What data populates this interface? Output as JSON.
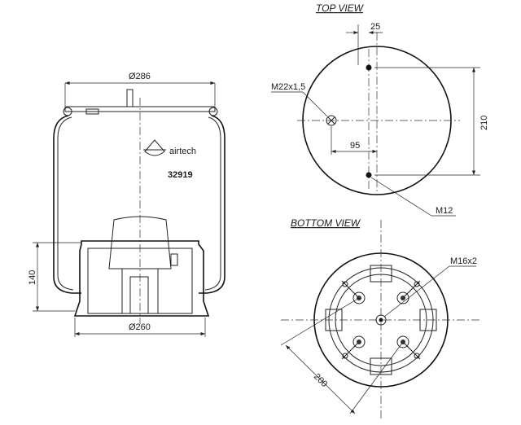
{
  "side_view": {
    "diameter_top": "Ø286",
    "diameter_bottom": "Ø260",
    "height_dim": "140",
    "brand": "airtech",
    "part_number": "32919"
  },
  "top_view": {
    "title": "TOP VIEW",
    "offset_dim": "25",
    "hole_spacing_dim": "210",
    "air_port_label": "M22x1,5",
    "air_port_offset_dim": "95",
    "stud_label": "M12"
  },
  "bottom_view": {
    "title": "BOTTOM VIEW",
    "bolt_label": "M16x2",
    "diagonal_dim": "200"
  }
}
